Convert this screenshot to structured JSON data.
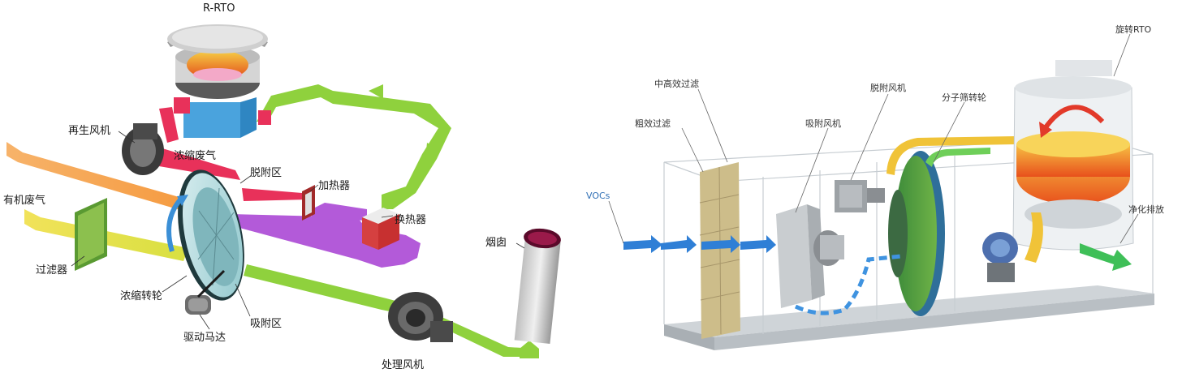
{
  "left_diagram": {
    "labels": {
      "rto": "R-RTO",
      "regen_fan": "再生风机",
      "concentrated_gas": "浓缩废气",
      "desorption_zone": "脱附区",
      "heater": "加热器",
      "organic_gas": "有机废气",
      "heat_exchanger": "换热器",
      "filter": "过滤器",
      "conc_wheel": "浓缩转轮",
      "adsorption_zone": "吸附区",
      "drive_motor": "驱动马达",
      "chimney": "烟囱",
      "process_fan": "处理风机"
    }
  },
  "right_diagram": {
    "labels": {
      "rotary_rto": "旋转RTO",
      "mid_filter": "中高效过滤",
      "coarse_filter": "粗效过滤",
      "desorb_fan": "脱附风机",
      "mol_sieve_wheel": "分子筛转轮",
      "adsorb_fan": "吸附风机",
      "vocs": "VOCs",
      "clean_exhaust": "净化排放"
    }
  }
}
